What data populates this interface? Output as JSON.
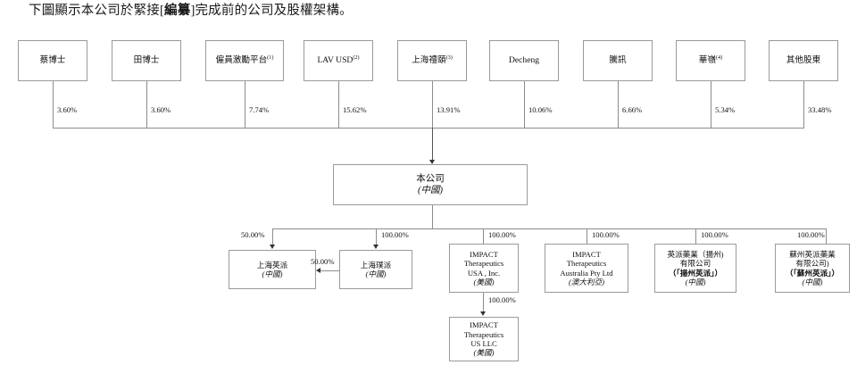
{
  "caption": {
    "before": "下圖顯示本公司於緊接[",
    "bold": "編纂",
    "after": "]完成前的公司及股權架構。"
  },
  "colors": {
    "box_border": "#9a9a9a",
    "line": "#8c8c8c",
    "arrow": "#333333",
    "background": "#ffffff",
    "text": "#101010"
  },
  "shareholders": [
    {
      "name": "蔡博士",
      "footnote": "",
      "percent": "3.60%"
    },
    {
      "name": "田博士",
      "footnote": "",
      "percent": "3.60%"
    },
    {
      "name": "僱員激勵平台",
      "footnote": "(1)",
      "percent": "7.74%"
    },
    {
      "name": "LAV USD",
      "footnote": "(2)",
      "percent": "15.62%"
    },
    {
      "name": "上海禮頤",
      "footnote": "(3)",
      "percent": "13.91%"
    },
    {
      "name": "Decheng",
      "footnote": "",
      "percent": "10.06%"
    },
    {
      "name": "騰訊",
      "footnote": "",
      "percent": "6.66%"
    },
    {
      "name": "華嶺",
      "footnote": "(4)",
      "percent": "5.34%"
    },
    {
      "name": "其他股東",
      "footnote": "",
      "percent": "33.48%"
    }
  ],
  "company": {
    "name": "本公司",
    "jurisdiction": "(中國)"
  },
  "subsidiaries": [
    {
      "id": "shanghai-yingpai",
      "lines": [
        "上海英派"
      ],
      "jurisdiction": "(中國)",
      "percent": "50.00%"
    },
    {
      "id": "shanghai-yingpai-2",
      "lines": [
        "上海璞派"
      ],
      "jurisdiction": "(中國)",
      "percent": "100.00%"
    },
    {
      "id": "impact-usa",
      "lines": [
        "IMPACT",
        "Therapeutics",
        "USA , Inc."
      ],
      "jurisdiction": "(美國)",
      "percent": "100.00%"
    },
    {
      "id": "impact-australia",
      "lines": [
        "IMPACT",
        "Therapeutics",
        "Australia Pty Ltd"
      ],
      "jurisdiction": "(澳大利亞)",
      "percent": "100.00%"
    },
    {
      "id": "yangzhou-yingpai",
      "lines": [
        "英派藥業（揚州)",
        "有限公司"
      ],
      "bold_line": "（「揚州英派」）",
      "jurisdiction": "(中國)",
      "percent": "100.00%"
    },
    {
      "id": "suzhou-yingpai",
      "lines": [
        "蘇州英派藥業",
        "有限公司)"
      ],
      "bold_line": "（「蘇州英派」）",
      "jurisdiction": "(中國)",
      "percent": "100.00%"
    }
  ],
  "cross_link": {
    "percent": "50.00%",
    "direction": "left"
  },
  "leaf": {
    "lines": [
      "IMPACT",
      "Therapeutics",
      "US LLC"
    ],
    "jurisdiction": "(美國)",
    "percent": "100.00%"
  }
}
